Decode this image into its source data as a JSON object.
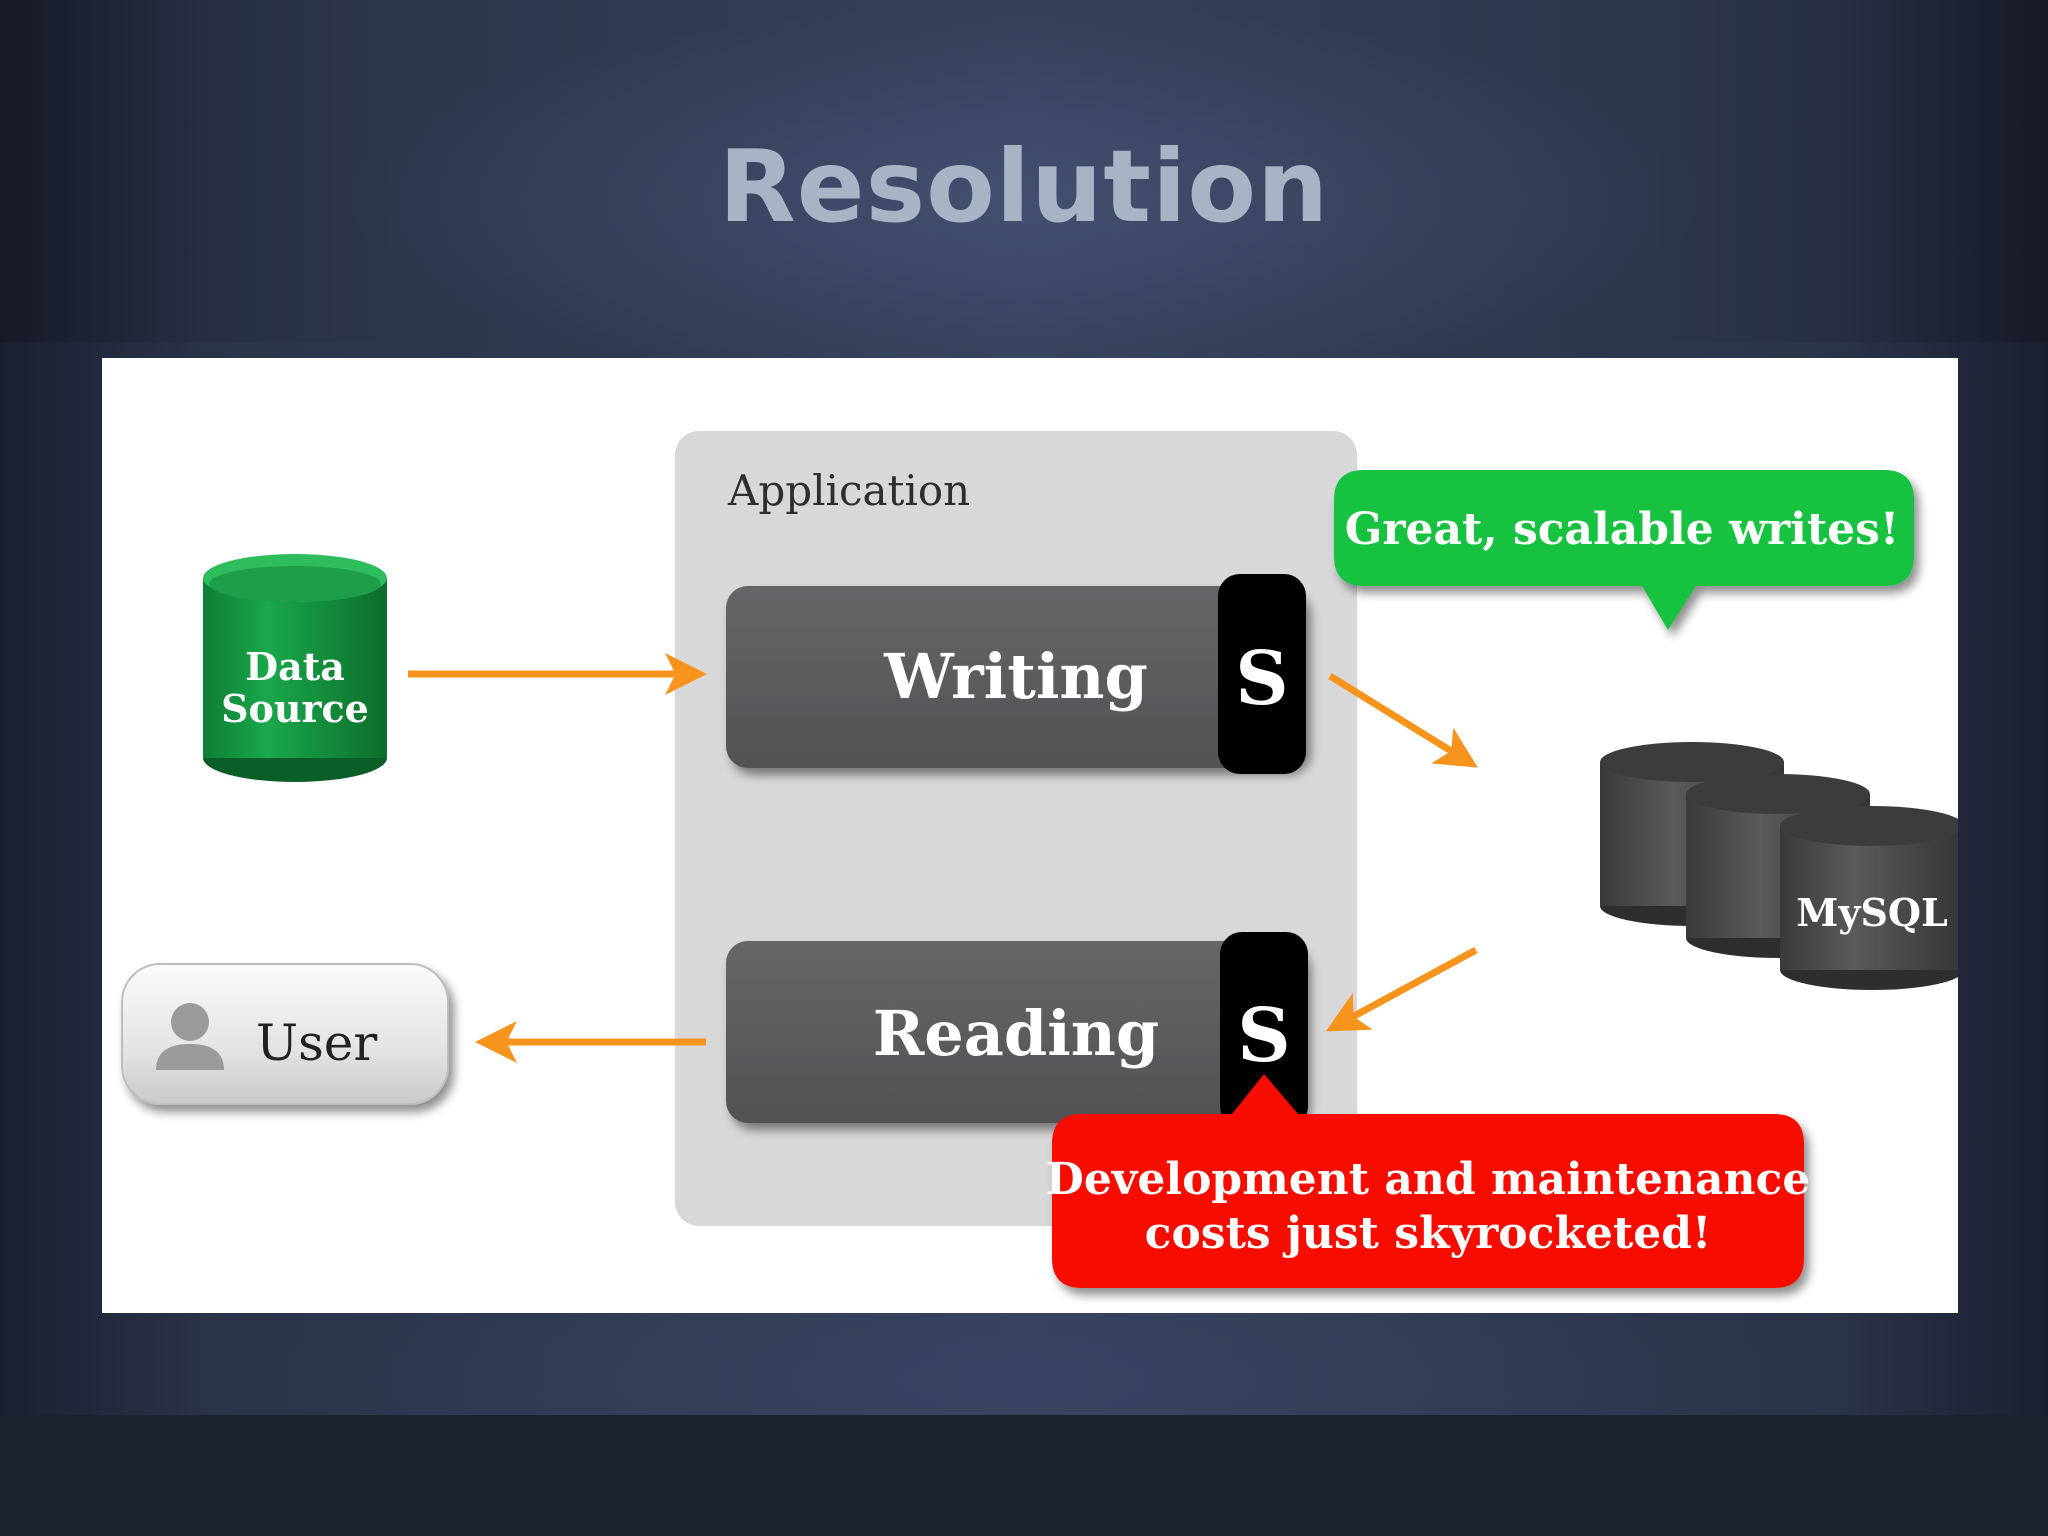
{
  "slide": {
    "title": "Resolution"
  },
  "diagram": {
    "application_label": "Application",
    "data_source_label_line1": "Data",
    "data_source_label_line2": "Source",
    "writing_label": "Writing",
    "reading_label": "Reading",
    "shard_marker_writing": "S",
    "shard_marker_reading": "S",
    "user_label": "User",
    "mysql_label": "MySQL",
    "callout_writes": "Great, scalable writes!",
    "callout_costs_line1": "Development and maintenance",
    "callout_costs_line2": "costs just skyrocketed!"
  },
  "colors": {
    "arrow": "#f7941d",
    "green_callout": "#16c23f",
    "red_callout": "#f70e00",
    "data_source_green": "#159a42",
    "module_gray": "#5c5c5e",
    "cylinder_gray": "#4a4a4c",
    "application_panel": "#d9d9db"
  }
}
